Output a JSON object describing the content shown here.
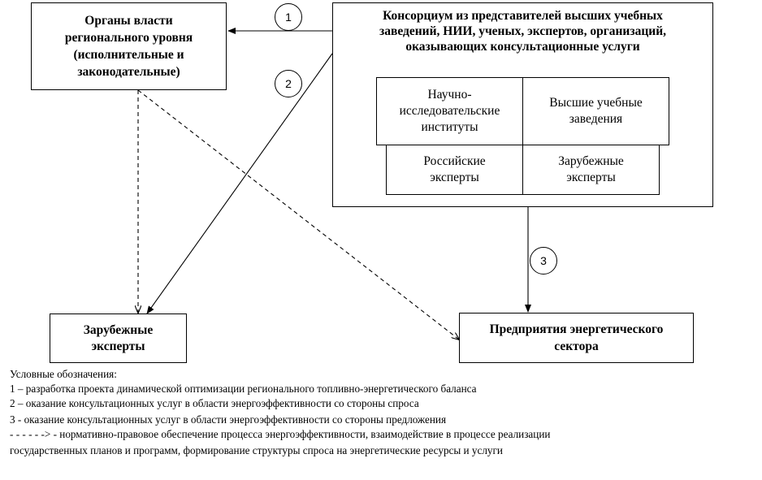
{
  "boxes": {
    "regional_authorities": "Органы власти регионального уровня (исполнительные и законодательные)",
    "consortium": "Консорциум из представителей высших учебных заведений, НИИ, ученых, экспертов, организаций, оказывающих консультационные услуги",
    "research_institutes": "Научно-исследовательские институты",
    "universities": "Высшие учебные заведения",
    "russian_experts": "Российские эксперты",
    "foreign_experts_inner": "Зарубежные эксперты",
    "foreign_experts": "Зарубежные эксперты",
    "energy_enterprises": "Предприятия энергетического сектора"
  },
  "markers": {
    "m1": "1",
    "m2": "2",
    "m3": "3"
  },
  "legend": {
    "title": "Условные обозначения:",
    "item1": "1 – разработка проекта динамической оптимизации регионального топливно-энергетического баланса",
    "item2": "2 – оказание консультационных услуг в области энергоэффективности со стороны спроса",
    "item3": "3 - оказание консультационных услуг в области энергоэффективности со стороны предложения",
    "item4_line1": "- - - - - -> -  нормативно-правовое обеспечение процесса энергоэффективности, взаимодействие в процессе реализации",
    "item4_line2": "государственных планов и программ, формирование структуры спроса на энергетические ресурсы и услуги"
  }
}
